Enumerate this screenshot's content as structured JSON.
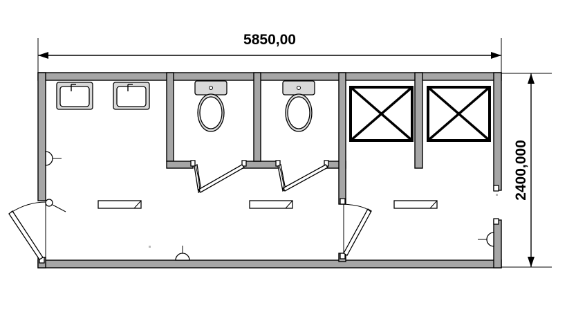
{
  "dimensions": {
    "width_label": "5850,00",
    "depth_label": "2400,000"
  },
  "rooms": [
    {
      "name": "washroom",
      "fixtures": [
        "sink",
        "sink",
        "radiator",
        "door"
      ]
    },
    {
      "name": "toilet-stall-1",
      "fixtures": [
        "toilet",
        "door"
      ]
    },
    {
      "name": "toilet-stall-2",
      "fixtures": [
        "toilet",
        "door"
      ]
    },
    {
      "name": "shower-room",
      "fixtures": [
        "shower-tray",
        "shower-tray",
        "radiator",
        "door"
      ]
    }
  ],
  "colors": {
    "wall_fill": "#a6a6a6",
    "fixture_fill": "#d9d9d9",
    "line": "#000000"
  }
}
